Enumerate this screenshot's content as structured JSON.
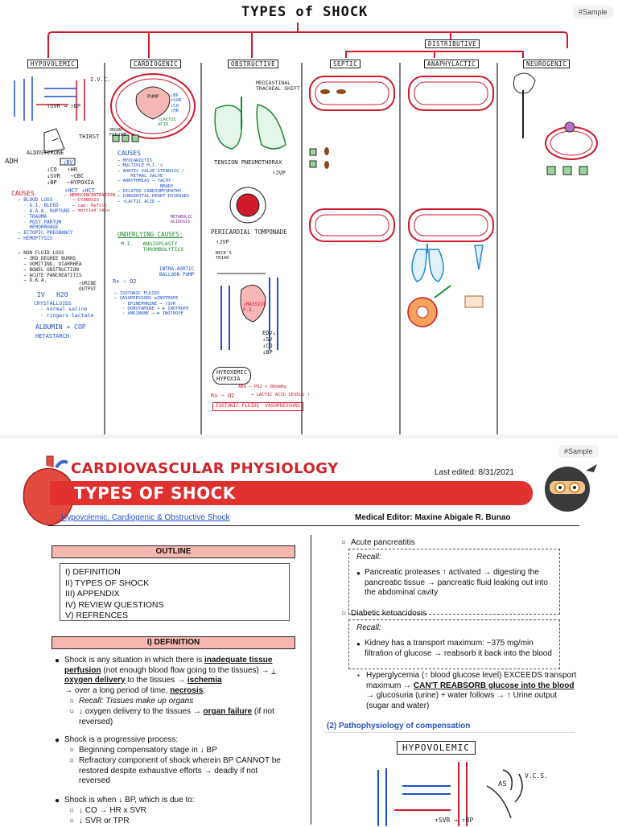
{
  "sheet": {
    "title": "TYPES of SHOCK",
    "sample_tag": "#Sample",
    "distributive_label": "DISTRIBUTIVE",
    "columns": [
      "HYPOVOLEMIC",
      "CARDIOGENIC",
      "OBSTRUCTIVE",
      "SEPTIC",
      "ANAPHYLACTIC",
      "NEUROGENIC"
    ],
    "hypo": {
      "ivc": "I.V.C.",
      "svr": "↑SVR → ↑BP",
      "thirst": "THIRST",
      "aldosterone": "ALDOSTERONE",
      "adh": "ADH",
      "bv": "↓BV",
      "stats": "↓CO   ↑HR\n↓SVR   −CBC\n↓BP   −HYPOXIA",
      "hct": "↑HCT ↓HCT",
      "causes_title": "CAUSES",
      "causes": "− BLOOD LOSS\n  · G.I. BLEED\n  · A.A.A. RUPTURE\n  · TRAUMA\n  · POST PARTUM\n    HEMORRHAGE\n− ECTOPIC PREGNANCY\n− HEMOPTYSIS",
      "hemoconc": "− HEMOCONCENTRATION\n   − CYANOSIS\n   − cap. Refill\n   − mottled skin",
      "non_fluid": "− NON FLUID LOSS\n  − 3RD DEGREE BURNS\n  − VOMITING, DIARRHEA\n  − BOWEL OBSTRUCTION\n  − ACUTE PANCREATITIS\n  − D.K.A.",
      "urine": "↑URINE\nOUTPUT",
      "iv": "IV   H2O",
      "crystalloids": "CRYSTALLOIDS\n  · normal saline\n  · ringers lactate",
      "albumin": "ALBUMIN = COP",
      "hetastarch": "HETASTARCH"
    },
    "cardio": {
      "pump": "PUMP",
      "stats": "↓BP\n↑SVR\n↓CO\n↑HR",
      "lactic": "↑LACTIC\nACID",
      "organ": "ORGAN\nFAILURE",
      "causes_title": "CAUSES",
      "causes": "− MYOCARDITIS\n− MULTIPLE M.I.'s\n− AORTIC VALVE STENOSIS /\n     MITRAL VALVE\n− ARRYTHMIAS → TACHY\n                BRADY\n− DILATED CARDIOMYOPATHY\n− CONGENITAL HEART DISEASES\n− ↑LACTIC ACID →",
      "metabolic": "METABOLIC\nACIDOSIS",
      "underlying_title": "UNDERLYING CAUSES:",
      "underlying": "M.I.   ANGIOPLASTY\n       THROMBOLYTICS",
      "balloon": "INTRA-AORTIC\nBALLOON PUMP",
      "rx": "Rx − O2",
      "treatment": "− ISOTONIC FLUIDS\n− VASOPRESSORS ⊕INOTROPE\n   · EPINEPHRINE → ↑SVR\n   · DOBUTAMINE → ⊕ INOTROPE\n   · AMRINONE → ⊕ INOTROPE"
    },
    "obstr": {
      "mediastinal": "MEDIASTINAL\nTRACHEAL SHIFT",
      "tension": "TENSION PNEUMOTHORAX",
      "jvp": "↑JVP",
      "pericardial": "PERICARDIAL TOMPONADE",
      "jvp2": "↑JVP",
      "beck": "BECK'S\nTRIAD",
      "embolism": "↓MASSIVE\nP.E.",
      "hypoxemic": "HYPOXEMIC\nHYPOXIA",
      "flow": "EDV↓\n↓SV\n↓CO\n↓BP",
      "abg": "ABG − PO2 < 80mmHg",
      "lactic": "→ LACTIC ACID LEVELS ↑",
      "rx": "Rx − O2",
      "fluids": "ISOTONIC FLUIDS  VASOPRESSORS"
    }
  },
  "doc": {
    "sample_tag": "#Sample",
    "title1": "CARDIOVASCULAR PHYSIOLOGY",
    "title2": "TYPES OF SHOCK",
    "last_edited": "Last edited: 8/31/2021",
    "subtitle": "Hypovolemic, Cardiogenic & Obstructive Shock",
    "editor": "Medical Editor: Maxine Abigale R. Bunao",
    "outline_title": "OUTLINE",
    "outline_items": [
      "I) DEFINITION",
      "II) TYPES OF SHOCK",
      "III) APPENDIX",
      "IV) REVIEW QUESTIONS",
      "V) REFRENCES"
    ],
    "definition_title": "I)  DEFINITION",
    "left": {
      "p1_a": "Shock is any situation in which there is ",
      "p1_b": "inadequate tissue perfusion",
      "p1_c": " (not enough blood flow going to the tissues) → ",
      "p1_d": "↓ oxygen delivery",
      "p1_e": " to the tissues → ",
      "p1_f": "ischemia",
      "p1_g": "→ over a long period of time, ",
      "p1_h": "necrosis",
      "p1_i": ":",
      "s1": "Recall: Tissues make up organs",
      "s2_a": "↓ oxygen delivery to the tissues → ",
      "s2_b": "organ failure",
      "s2_c": " (if not reversed)",
      "p2": "Shock is a progressive process:",
      "s3": "Beginning compensatory stage in ↓ BP",
      "s4": "Refractory component of shock wherein BP CANNOT be restored despite exhaustive efforts → deadly if not reversed",
      "p3": "Shock is when ↓ BP, which is due to:",
      "s5": "↓ CO → HR x SVR",
      "s6": "↓ SVR or TPR"
    },
    "right": {
      "acute": "Acute pancreatitis",
      "recall1_label": "Recall:",
      "recall1_text": "Pancreatic proteases ↑ activated → digesting the pancreatic tissue → pancreatic fluid leaking out into the abdominal cavity",
      "dka": "Diabetic ketoacidosis",
      "recall2_label": "Recall:",
      "recall2_text": "Kidney has a transport maximum: ~375 mg/min filtration of glucose → reabsorb it back into the blood",
      "hyper_a": "Hyperglycemia (↑ blood glucose level) EXCEEDS transport maximum → ",
      "hyper_b": "CAN'T REABSORB glucose into the blood",
      "hyper_c": " → glucosuria (urine) + water follows → ↑ Urine output (sugar and water)",
      "sec2": "(2)  Pathophysiology of compensation",
      "hypo_label": "HYPOVOLEMIC",
      "as_label": "AS",
      "vcs_label": "V.C.S.",
      "svr_label": "↑SVR → ↑BP"
    }
  }
}
